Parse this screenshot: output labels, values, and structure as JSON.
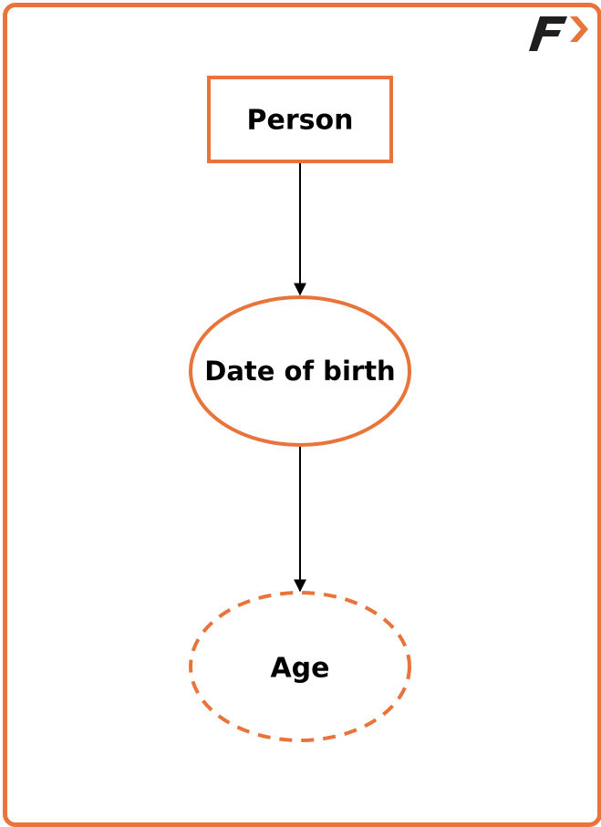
{
  "colors": {
    "accent": "#E8743B",
    "logo_dark": "#1f1f1f",
    "text": "#000000",
    "arrow": "#000000"
  },
  "logo": {
    "icon": "f-arrow-logo-icon"
  },
  "nodes": {
    "person": {
      "label": "Person",
      "shape": "rectangle"
    },
    "date_of_birth": {
      "label": "Date of birth",
      "shape": "ellipse"
    },
    "age": {
      "label": "Age",
      "shape": "ellipse-dashed"
    }
  },
  "edges": [
    {
      "from": "Person",
      "to": "Date of birth"
    },
    {
      "from": "Date of birth",
      "to": "Age"
    }
  ]
}
